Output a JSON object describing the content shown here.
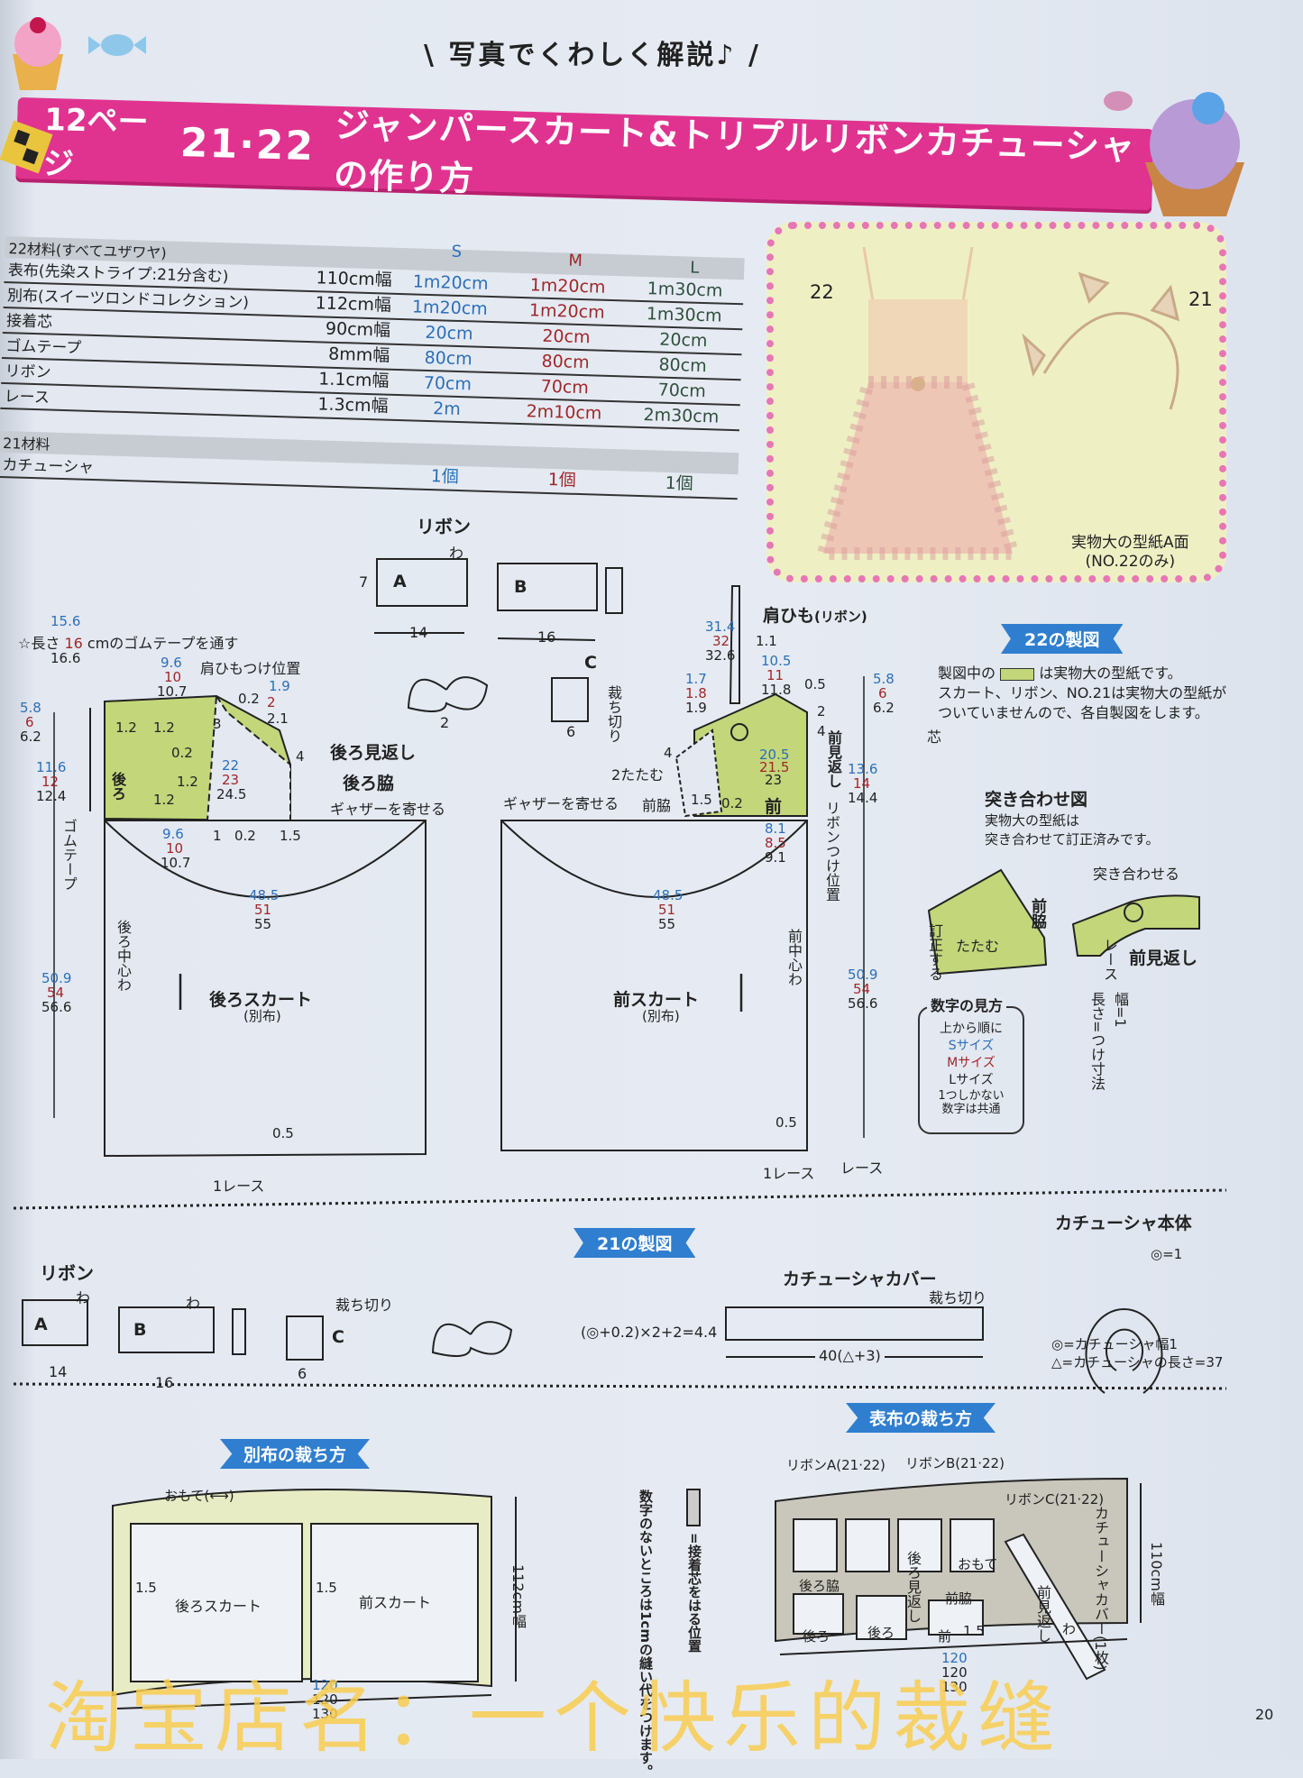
{
  "header": {
    "subtitle": "\\ 写真でくわしく解説♪ /",
    "page_ref": "12ページ",
    "numbers": "21·22",
    "title": "ジャンパースカート&トリプルリボンカチューシャの作り方"
  },
  "materials22": {
    "heading": "22材料(すべてユザワヤ)",
    "sizes": [
      "S",
      "M",
      "L"
    ],
    "rows": [
      {
        "name": "表布(先染ストライプ:21分含む)",
        "width": "110cm幅",
        "s": "1m20cm",
        "m": "1m20cm",
        "l": "1m30cm"
      },
      {
        "name": "別布(スイーツロンドコレクション)",
        "width": "112cm幅",
        "s": "1m20cm",
        "m": "1m20cm",
        "l": "1m30cm"
      },
      {
        "name": "接着芯",
        "width": "90cm幅",
        "s": "20cm",
        "m": "20cm",
        "l": "20cm"
      },
      {
        "name": "ゴムテープ",
        "width": "8mm幅",
        "s": "80cm",
        "m": "80cm",
        "l": "80cm"
      },
      {
        "name": "リボン",
        "width": "1.1cm幅",
        "s": "70cm",
        "m": "70cm",
        "l": "70cm"
      },
      {
        "name": "レース",
        "width": "1.3cm幅",
        "s": "2m",
        "m": "2m10cm",
        "l": "2m30cm"
      }
    ]
  },
  "materials21": {
    "heading": "21材料",
    "rows": [
      {
        "name": "カチューシャ",
        "width": "",
        "s": "1個",
        "m": "1個",
        "l": "1個"
      }
    ]
  },
  "photo": {
    "label22": "22",
    "label21": "21",
    "caption": "実物大の型紙A面",
    "caption2": "(NO.22のみ)"
  },
  "ribbon22": {
    "title": "リボン",
    "a": "A",
    "b": "B",
    "c": "C",
    "wa": "わ",
    "h": "7",
    "wa_w": "14",
    "wb_w": "16",
    "cut": "裁ち切り",
    "c_w": "6",
    "bow_n": "2"
  },
  "back": {
    "gom": "☆長さ",
    "gom2": "cmのゴムテープを通す",
    "gom_s": "15.6",
    "gom_m": "16",
    "gom_l": "16.6",
    "strap_pos": "肩ひもつけ位置",
    "facing": "後ろ見返し",
    "side": "後ろ脇",
    "gather": "ギャザーを寄せる",
    "label": "後ろ",
    "gomtape": "ゴムテープ",
    "center": "後ろ中心わ",
    "skirt": "後ろスカート",
    "cloth": "(別布)",
    "lace": "1レース",
    "w_s": "48.5",
    "w_m": "51",
    "w_l": "55",
    "h_s": "50.9",
    "h_m": "54",
    "h_l": "56.6",
    "n1": "9.6",
    "n2": "10",
    "n3": "10.7",
    "d1": "22",
    "d2": "23",
    "d3": "24.5",
    "e1": "5.8",
    "e2": "6",
    "e3": "6.2",
    "f1": "11.6",
    "f2": "12",
    "f3": "12.4",
    "m1": "1.2",
    "m2": "0.2",
    "m3": "0.5",
    "m4": "1.5",
    "m5": "3",
    "m6": "4",
    "m7": "1",
    "g1": "1.9",
    "g2": "2",
    "g3": "2.1"
  },
  "front": {
    "strap": "肩ひも",
    "strap2": "(リボン)",
    "fold": "2たたむ",
    "side": "前脇",
    "gather": "ギャザーを寄せる",
    "facing": "前見返し",
    "label": "前",
    "ribbon_pos": "リボンつけ位置",
    "center": "前中心わ",
    "skirt": "前スカート",
    "cloth": "(別布)",
    "lace": "1レース",
    "lace2": "レース",
    "core": "芯",
    "s1": "31.4",
    "s2": "32",
    "s3": "32.6",
    "a1": "10.5",
    "a2": "11",
    "a3": "11.8",
    "b1": "1.7",
    "b2": "1.8",
    "b3": "1.9",
    "c1": "20.5",
    "c2": "21.5",
    "c3": "23",
    "r1": "8.1",
    "r2": "8.5",
    "r3": "9.1",
    "k1": "13.6",
    "k2": "14",
    "k3": "14.4",
    "t1": "5.8",
    "t2": "6",
    "t3": "6.2",
    "w_s": "48.5",
    "w_m": "51",
    "w_l": "55",
    "h_s": "50.9",
    "h_m": "54",
    "h_l": "56.6",
    "one": "1.1",
    "half": "0.5",
    "two": "2",
    "four": "4",
    "fifteen": "1.5",
    "zero2": "0.2"
  },
  "draft22": {
    "tag": "22の製図",
    "note1_a": "製図中の",
    "note1_b": "は実物大の型紙です。",
    "note2": "スカート、リボン、NO.21は実物大の型紙が",
    "note3": "ついていませんので、各自製図をします。",
    "join_title": "突き合わせ図",
    "join1": "実物大の型紙は",
    "join2": "突き合わせて訂正済みです。",
    "join_label": "突き合わせる",
    "front_side": "前脇",
    "fold": "たたむ",
    "correct": "訂正する",
    "front_facing": "前見返し",
    "lace": "レース",
    "lace_w": "幅=1",
    "lace_l": "長さ=つけ寸法"
  },
  "key": {
    "title": "数字の見方",
    "l1": "上から順に",
    "s": "Sサイズ",
    "m": "Mサイズ",
    "l": "Lサイズ",
    "l5": "1つしかない",
    "l6": "数字は共通"
  },
  "draft21": {
    "tag": "21の製図",
    "ribbon": "リボン",
    "cover": "カチューシャカバー",
    "cut": "裁ち切り",
    "formula": "(◎+0.2)×2+2=4.4",
    "length": "40(△+3)",
    "body": "カチューシャ本体",
    "o1": "◎=1",
    "def1": "◎=カチューシャ幅1",
    "def2": "△=カチューシャの長さ=37"
  },
  "layout_b": {
    "tag": "別布の裁ち方",
    "omote": "おもて(⟷)",
    "back": "後ろスカート",
    "front": "前スカート",
    "sa": "1.5",
    "width": "112cm幅",
    "l1": "120",
    "l2": "120",
    "l3": "130"
  },
  "layout_note": {
    "interfacing": "=接着芯をはる位置",
    "seam": "数字のないところは1cmの縫い代をつけます。"
  },
  "layout_a": {
    "tag": "表布の裁ち方",
    "ra": "リボンA(21·22)",
    "rb": "リボンB(21·22)",
    "rc": "リボンC(21·22)",
    "cover": "カチューシャカバー(1枚)",
    "omote": "おもて",
    "back_side": "後ろ脇",
    "back_facing": "後ろ見返し",
    "front_side": "前脇",
    "front_facing": "前見返し",
    "back": "後ろ",
    "back2": "後ろ",
    "front": "前",
    "width": "110cm幅",
    "l1": "120",
    "l2": "120",
    "l3": "130",
    "sa": "1.5",
    "wa": "わ"
  },
  "watermark": "淘宝店名：一个快乐的裁缝",
  "page_number": "20",
  "colors": {
    "pink": "#e0338f",
    "blue": "#2f7ed0",
    "green": "#c3d67a",
    "s": "#2b6fb8",
    "m": "#a0272a"
  }
}
